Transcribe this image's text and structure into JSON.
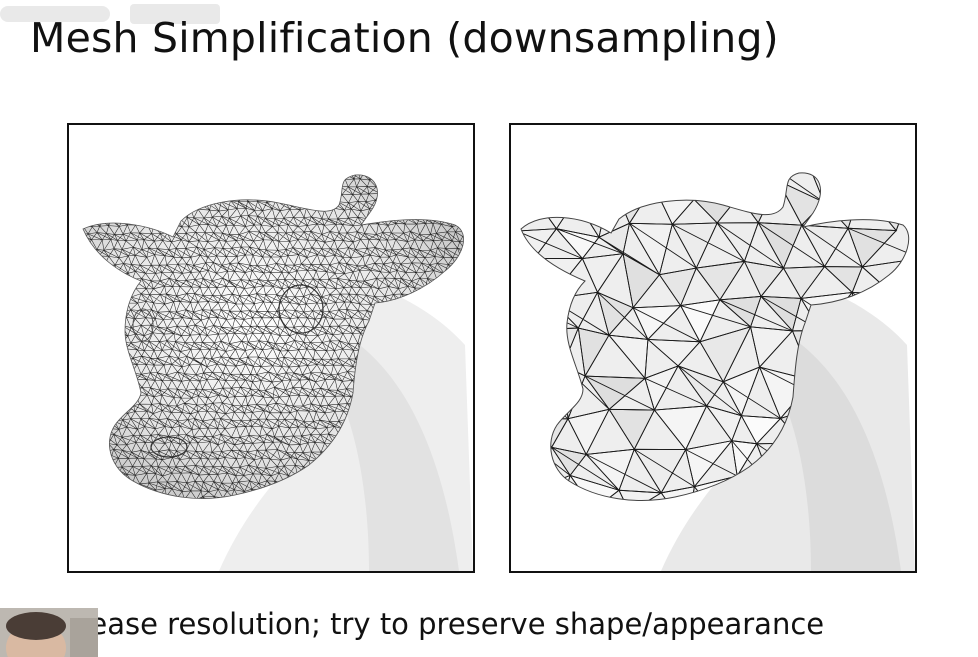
{
  "slide": {
    "title": "Mesh Simplification (downsampling)",
    "caption": "Decrease resolution; try to preserve shape/appearance"
  },
  "figures": {
    "left": {
      "subject": "cow-head-dense-mesh",
      "mesh_density": "high"
    },
    "right": {
      "subject": "cow-head-simplified-mesh",
      "mesh_density": "low"
    }
  },
  "overlays": {
    "webcam": "presenter-webcam-thumbnail",
    "watermark": "channel-logo-watermark"
  },
  "colors": {
    "background": "#ffffff",
    "text": "#111111",
    "frame": "#111111",
    "mesh_line": "#222222",
    "shading": "#d8d8d8"
  }
}
